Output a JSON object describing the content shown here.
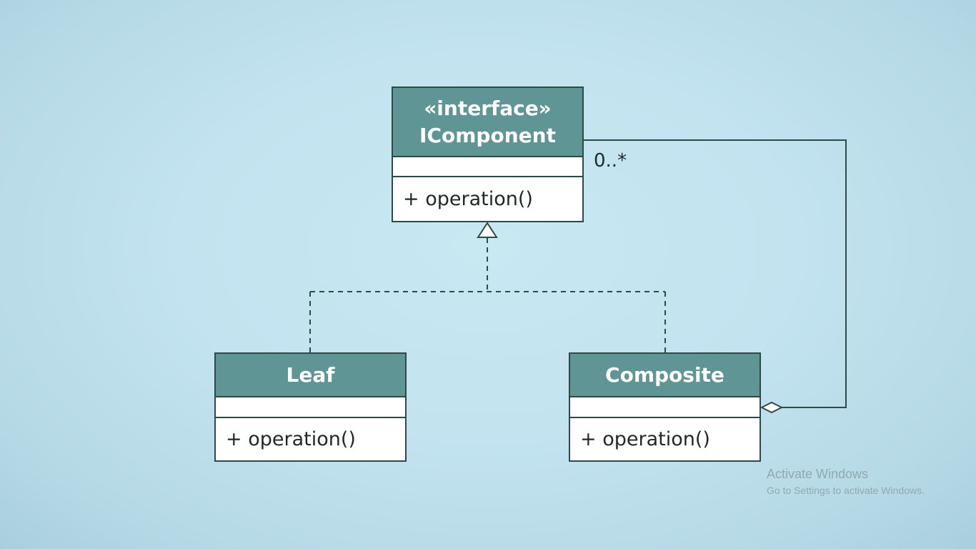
{
  "diagram": {
    "interface_class": {
      "stereotype": "«interface»",
      "name": "IComponent",
      "operation": "+ operation()"
    },
    "leaf_class": {
      "name": "Leaf",
      "operation": "+ operation()"
    },
    "composite_class": {
      "name": "Composite",
      "operation": "+ operation()"
    },
    "aggregation_multiplicity": "0..*"
  },
  "watermark": {
    "title": "Activate Windows",
    "subtitle": "Go to Settings to activate Windows."
  },
  "colors": {
    "header_fill": "#5f9595",
    "line_color": "#2e4a46",
    "background": "#c2e3ef"
  }
}
